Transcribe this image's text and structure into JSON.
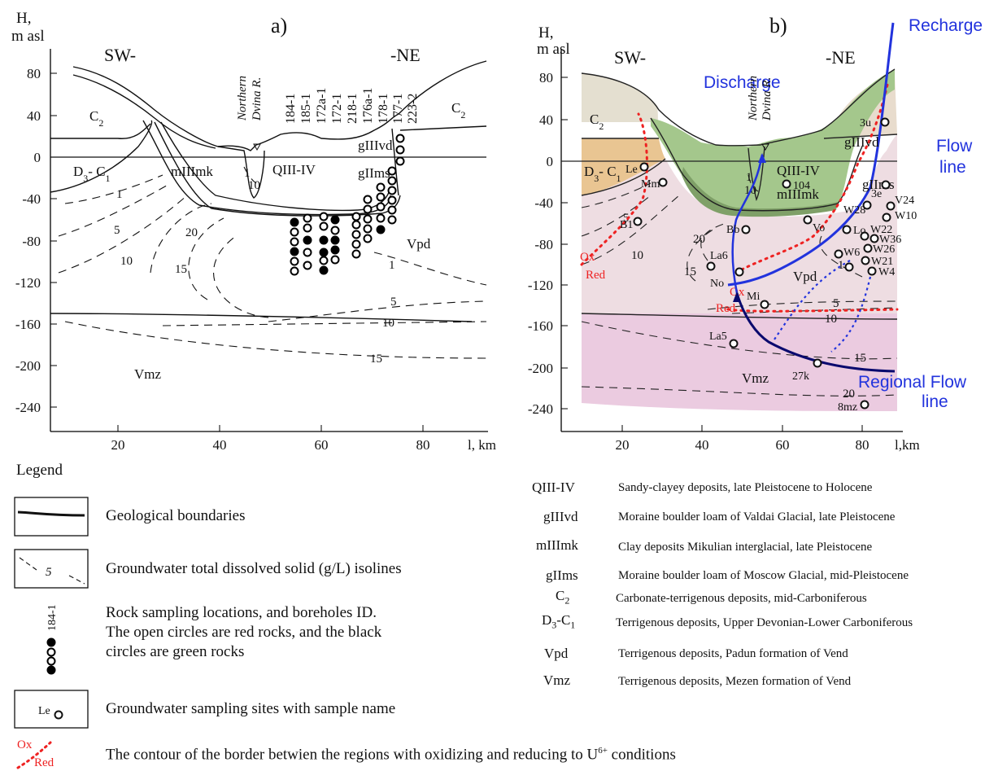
{
  "panel_a": {
    "label": "a)",
    "y_label_1": "H,",
    "y_label_2": "m asl",
    "x_label": "l, km",
    "y_ticks": [
      "80",
      "40",
      "0",
      "-40",
      "-80",
      "-120",
      "-160",
      "-200",
      "-240"
    ],
    "x_ticks": [
      "20",
      "40",
      "60",
      "80"
    ],
    "sw": "SW-",
    "ne": "-NE",
    "river_1": "Northern",
    "river_2": "Dvina R.",
    "boreholes": [
      "184-1",
      "185-1",
      "172a-1",
      "172-1",
      "218-1",
      "176a-1",
      "178-1",
      "177-1",
      "223-2"
    ],
    "units": {
      "c2_left": "C",
      "c2_right": "C",
      "d3c1": "D",
      "mIIImk": "mIIImk",
      "qIII": "QIII-IV",
      "gIIIvd": "gIIIvd",
      "gIIms": "gIIms",
      "vpd": "Vpd",
      "vmz": "Vmz"
    },
    "isolines": [
      "1",
      "5",
      "10",
      "20",
      "15",
      "5",
      "10",
      "15",
      "1",
      "10",
      "1"
    ]
  },
  "panel_b": {
    "label": "b)",
    "y_label_1": "H,",
    "y_label_2": "m asl",
    "x_label": "l,km",
    "y_ticks": [
      "80",
      "40",
      "0",
      "-40",
      "-80",
      "-120",
      "-160",
      "-200",
      "-240"
    ],
    "x_ticks": [
      "20",
      "40",
      "60",
      "80"
    ],
    "sw": "SW-",
    "ne": "-NE",
    "river_1": "Northern",
    "river_2": "Dvina R.",
    "discharge": "Discharge",
    "recharge": "Recharge",
    "flow_line_1": "Flow",
    "flow_line_2": "line",
    "regional_1": "Regional Flow",
    "regional_2": "line",
    "ox": "Ox",
    "red": "Red",
    "samples": [
      "Le",
      "Mm",
      "B1",
      "La6",
      "No",
      "Mi",
      "La5",
      "27k",
      "8mz",
      "Bb",
      "Vo",
      "104",
      "3u",
      "3e",
      "V24",
      "W28",
      "W10",
      "Lo",
      "W22",
      "W36",
      "W26",
      "W21",
      "W6",
      "W4"
    ],
    "units": {
      "c2": "C",
      "d3c1": "D",
      "qIII": "QIII-IV",
      "mIIImk": "mIIImk",
      "gIIIvd": "gIIIvd",
      "gIIms": "gIIms",
      "vpd": "Vpd",
      "vmz": "Vmz"
    },
    "isolines": [
      "5",
      "10",
      "20",
      "15",
      "1",
      "10",
      "5",
      "10",
      "15",
      "20",
      "1"
    ]
  },
  "legend": {
    "title": "Legend",
    "items": [
      {
        "text": "Geological boundaries"
      },
      {
        "text": "Groundwater total dissolved solid (g/L) isolines",
        "symbol": "5"
      },
      {
        "text": "Rock sampling locations, and boreholes ID.",
        "text2": "The open circles are red rocks, and the black",
        "text3": "circles are green rocks",
        "symbol": "184-1"
      },
      {
        "text": "Groundwater sampling sites with sample name",
        "symbol": "Le"
      },
      {
        "text": "The contour of the border betwien the regions with oxidizing and reducing to U",
        "sup": "6+",
        "tail": " conditions",
        "ox": "Ox",
        "red": "Red"
      }
    ]
  },
  "units_legend": [
    {
      "code": "QIII-IV",
      "desc": "Sandy-clayey deposits, late Pleistocene to Holocene"
    },
    {
      "code": "gIIIvd",
      "desc": "Moraine boulder loam of Valdai Glacial, late Pleistocene"
    },
    {
      "code": "mIIImk",
      "desc": "Clay deposits Mikulian interglacial, late Pleistocene"
    },
    {
      "code": "gIIms",
      "desc": "Moraine boulder loam of Moscow Glacial, mid-Pleistocene"
    },
    {
      "code": "C",
      "sub": "2",
      "desc": "Carbonate-terrigenous deposits, mid-Carboniferous"
    },
    {
      "code": "D",
      "sub": "3",
      "code_tail": "-C",
      "sub2": "1",
      "desc": "Terrigenous deposits, Upper Devonian-Lower Carboniferous"
    },
    {
      "code": "Vpd",
      "desc": "Terrigenous deposits, Padun formation of Vend"
    },
    {
      "code": "Vmz",
      "desc": "Terrigenous deposits, Mezen formation of Vend"
    }
  ],
  "colors": {
    "discharge": "#2a2ae6",
    "recharge": "#2a2ae6",
    "flow": "#1f3fd6",
    "regional": "#0a0a6e",
    "oxred": "#ee2222",
    "green": "#a9c98a",
    "pink": "#ecd3e2",
    "tan": "#ead8c4",
    "orange": "#e7c393"
  }
}
